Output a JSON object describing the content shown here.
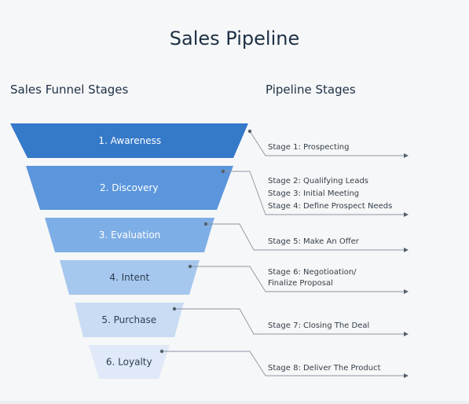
{
  "title": "Sales Pipeline",
  "left_heading": "Sales Funnel Stages",
  "right_heading": "Pipeline Stages",
  "colors": {
    "title_text": "#1d3045",
    "connector": "#8a96a3",
    "funnel": [
      "#3579c9",
      "#5b96dc",
      "#7eaee6",
      "#a6c7ee",
      "#c9dcf4",
      "#dfe9f7"
    ]
  },
  "funnel_stages": [
    {
      "label": "1. Awareness"
    },
    {
      "label": "2. Discovery"
    },
    {
      "label": "3. Evaluation"
    },
    {
      "label": "4. Intent"
    },
    {
      "label": "5. Purchase"
    },
    {
      "label": "6. Loyalty"
    }
  ],
  "pipeline_groups": [
    {
      "lines": [
        "Stage 1: Prospecting"
      ]
    },
    {
      "lines": [
        "Stage 2: Qualifying Leads",
        "Stage 3: Initial Meeting",
        "Stage 4: Define Prospect Needs"
      ]
    },
    {
      "lines": [
        "Stage 5: Make An Offer"
      ]
    },
    {
      "lines": [
        "Stage 6: Negotioation/",
        "Finalize Proposal"
      ]
    },
    {
      "lines": [
        "Stage 7: Closing The Deal"
      ]
    },
    {
      "lines": [
        "Stage 8: Deliver The Product"
      ]
    }
  ]
}
